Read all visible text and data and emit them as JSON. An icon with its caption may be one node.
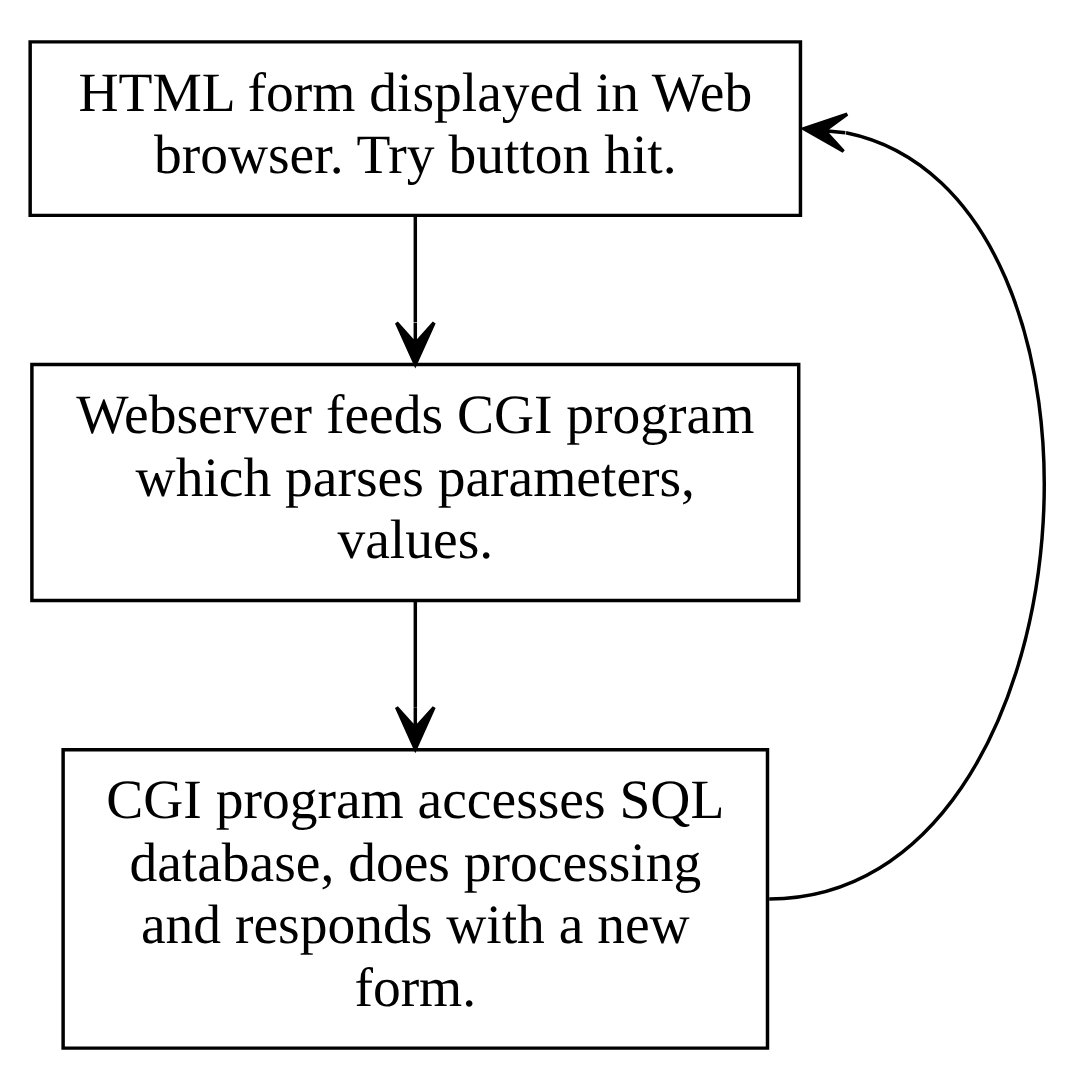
{
  "diagram": {
    "nodes": [
      {
        "text": [
          "HTML form displayed in Web browser. Try button hit."
        ]
      },
      {
        "text": [
          "Webserver feeds CGI program which parses parameters, values."
        ]
      },
      {
        "text": [
          "CGI program accesses SQL database, does processing and responds with a new form."
        ]
      }
    ],
    "edges": [
      {
        "from": 0,
        "to": 1,
        "arrow": "to"
      },
      {
        "from": 1,
        "to": 2,
        "arrow": "to"
      },
      {
        "from": 2,
        "to": 0,
        "arrow": "to"
      }
    ]
  }
}
